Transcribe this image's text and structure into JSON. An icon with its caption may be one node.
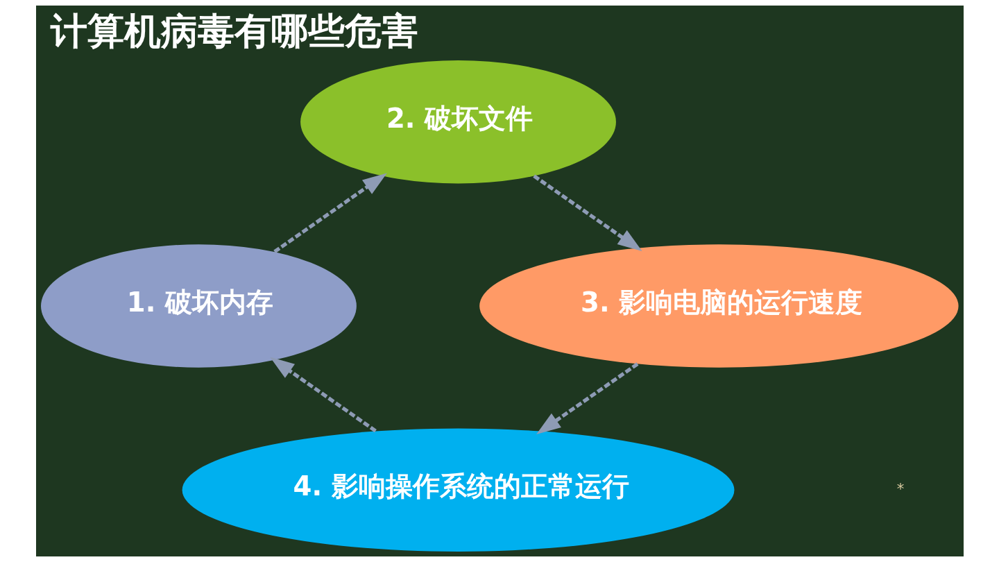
{
  "diagram": {
    "title": "计算机病毒有哪些危害",
    "nodes": [
      {
        "text": [
          "1. 破坏内存"
        ]
      },
      {
        "text": [
          "2. 破坏文件"
        ]
      },
      {
        "text": [
          "3. 影响电脑的运行速度"
        ]
      },
      {
        "text": [
          "4. 影响操作系统的正常运行"
        ]
      }
    ],
    "edges": [
      {
        "from": 0,
        "to": 1,
        "arrow": "to",
        "style": "dashed"
      },
      {
        "from": 1,
        "to": 2,
        "arrow": "to",
        "style": "dashed"
      },
      {
        "from": 2,
        "to": 3,
        "arrow": "to",
        "style": "dashed"
      },
      {
        "from": 3,
        "to": 0,
        "arrow": "to",
        "style": "dashed"
      }
    ],
    "labels": [
      "*"
    ]
  }
}
